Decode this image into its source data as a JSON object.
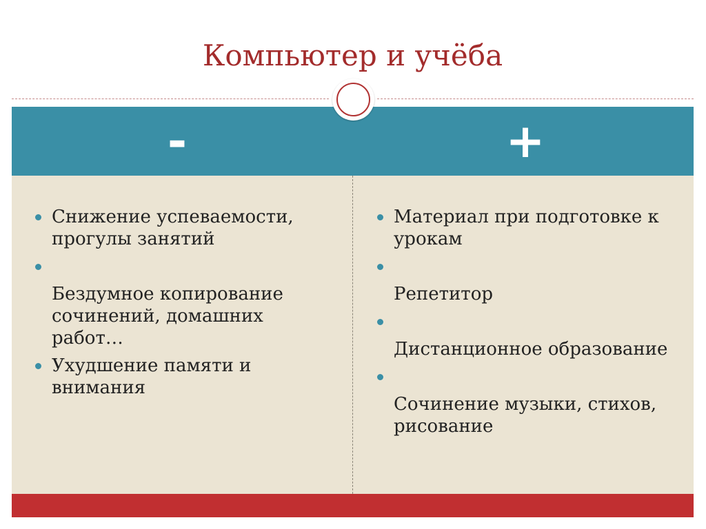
{
  "title": "Компьютер и учёба",
  "header": {
    "minus": "-",
    "plus": "+"
  },
  "left_items": [
    "Снижение успеваемости, прогулы занятий",
    "",
    "Бездумное копирование сочинений, домашних работ…",
    "Ухудшение памяти и внимания"
  ],
  "right_items": [
    "Материал при подготовке к урокам",
    "",
    "Репетитор",
    "",
    "Дистанционное образование",
    "",
    "Сочинение музыки, стихов, рисование"
  ],
  "colors": {
    "title": "#a32c2c",
    "band": "#3a8fa6",
    "body": "#ebe4d3",
    "footer": "#c12f31",
    "bullet": "#3a8fa6"
  }
}
